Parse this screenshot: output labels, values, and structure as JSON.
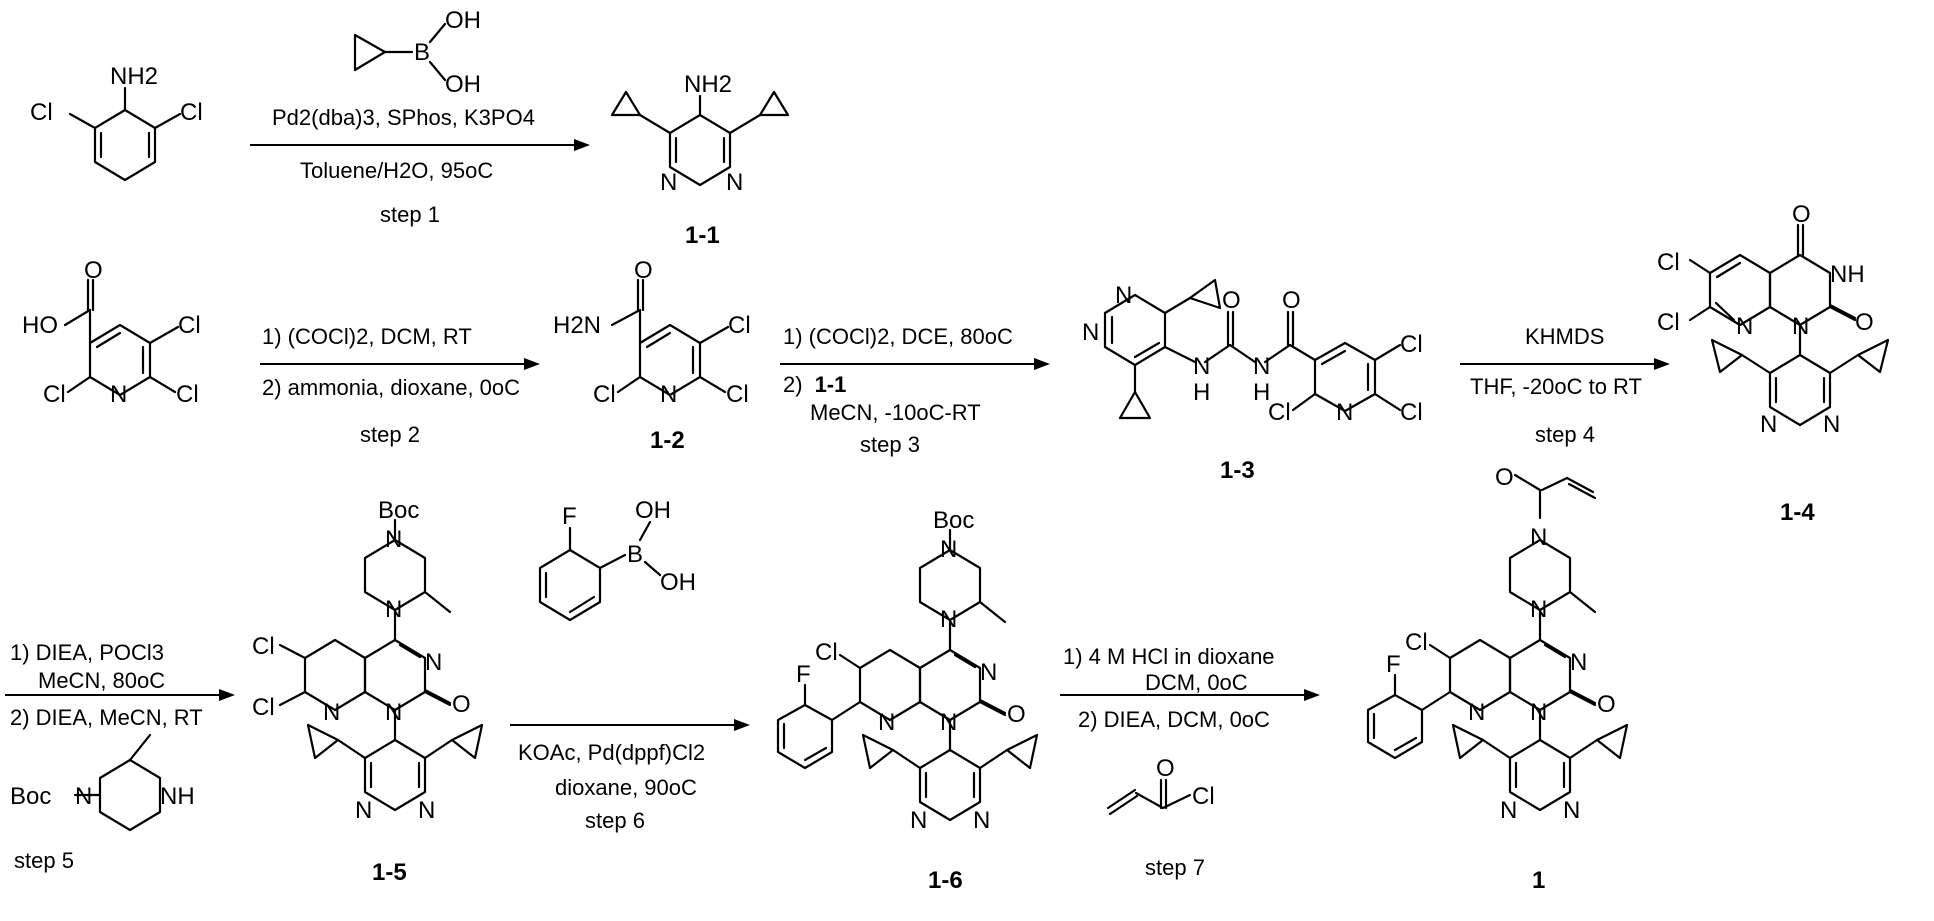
{
  "compounds": {
    "c1_1": "1-1",
    "c1_2": "1-2",
    "c1_3": "1-3",
    "c1_4": "1-4",
    "c1_5": "1-5",
    "c1_6": "1-6",
    "c1": "1"
  },
  "steps": {
    "step1": {
      "reagent_mid": "Pd2(dba)3, SPhos, K3PO4",
      "reagent_low": "Toluene/H2O, 95oC",
      "label": "step 1"
    },
    "step2": {
      "line1": "1) (COCl)2, DCM, RT",
      "line2": "2) ammonia, dioxane, 0oC",
      "label": "step 2"
    },
    "step3": {
      "line1": "1) (COCl)2, DCE, 80oC",
      "line2_prefix": "2)",
      "line2_compound": "1-1",
      "line3": "MeCN, -10oC-RT",
      "label": "step 3"
    },
    "step4": {
      "line1": "KHMDS",
      "line2": "THF, -20oC to RT",
      "label": "step 4"
    },
    "step5": {
      "line1": "1) DIEA, POCl3",
      "line2": "MeCN, 80oC",
      "line3": "2) DIEA, MeCN, RT",
      "label": "step 5"
    },
    "step6": {
      "line1": "KOAc, Pd(dppf)Cl2",
      "line2": "dioxane, 90oC",
      "label": "step 6"
    },
    "step7": {
      "line1": "1) 4 M HCl in dioxane",
      "line2": "DCM, 0oC",
      "line3": "2) DIEA, DCM, 0oC",
      "label": "step 7"
    }
  },
  "atoms": {
    "NH2": "NH2",
    "Cl": "Cl",
    "N": "N",
    "O": "O",
    "OH": "OH",
    "HO": "HO",
    "H2N": "H2N",
    "H": "H",
    "NH": "NH",
    "B": "B",
    "F": "F",
    "Boc": "Boc"
  }
}
